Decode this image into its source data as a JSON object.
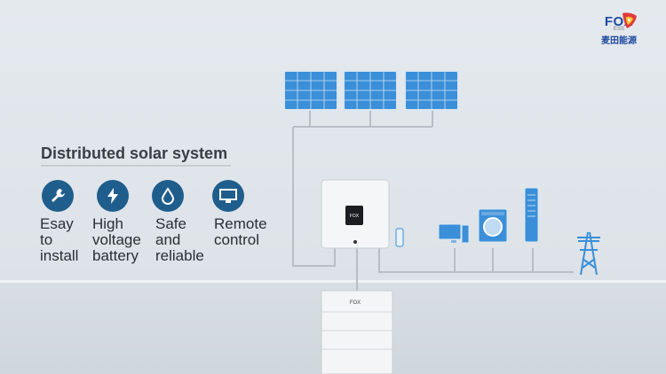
{
  "brand": {
    "name": "FOX",
    "sub": "ESS",
    "chinese": "麦田能源"
  },
  "headline": "Distributed solar system",
  "features": [
    {
      "icon": "wrench-icon",
      "label": "Esay\nto\ninstall"
    },
    {
      "icon": "lightning-icon",
      "label": "High\nvoltage\nbattery"
    },
    {
      "icon": "water-drop-icon",
      "label": "Safe\nand\nreliable"
    },
    {
      "icon": "monitor-icon",
      "label": "Remote\ncontrol"
    }
  ],
  "devices": {
    "inverter_label": "FOX",
    "battery_label": "FOX"
  },
  "colors": {
    "accent": "#1f5e8c",
    "panel": "#3a8fd8",
    "brand": "#1e4aa0"
  }
}
